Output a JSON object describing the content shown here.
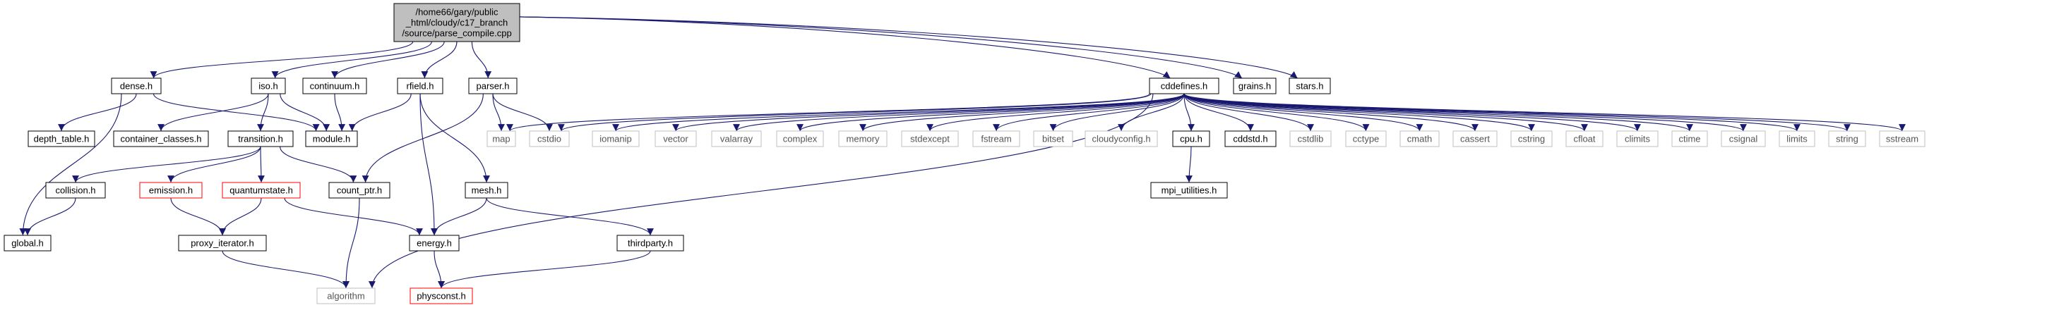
{
  "nodes": [
    {
      "id": "root",
      "lines": [
        "/home66/gary/public",
        "_html/cloudy/c17_branch",
        "/source/parse_compile.cpp"
      ],
      "style": "root"
    },
    {
      "id": "dense",
      "lines": [
        "dense.h"
      ],
      "style": "normal"
    },
    {
      "id": "iso",
      "lines": [
        "iso.h"
      ],
      "style": "normal"
    },
    {
      "id": "continuum",
      "lines": [
        "continuum.h"
      ],
      "style": "normal"
    },
    {
      "id": "rfield",
      "lines": [
        "rfield.h"
      ],
      "style": "normal"
    },
    {
      "id": "parser",
      "lines": [
        "parser.h"
      ],
      "style": "normal"
    },
    {
      "id": "cddefines",
      "lines": [
        "cddefines.h"
      ],
      "style": "normal"
    },
    {
      "id": "grains",
      "lines": [
        "grains.h"
      ],
      "style": "normal"
    },
    {
      "id": "stars",
      "lines": [
        "stars.h"
      ],
      "style": "normal"
    },
    {
      "id": "depth_table",
      "lines": [
        "depth_table.h"
      ],
      "style": "normal"
    },
    {
      "id": "container_classes",
      "lines": [
        "container_classes.h"
      ],
      "style": "normal"
    },
    {
      "id": "transition",
      "lines": [
        "transition.h"
      ],
      "style": "normal"
    },
    {
      "id": "module",
      "lines": [
        "module.h"
      ],
      "style": "normal"
    },
    {
      "id": "map",
      "lines": [
        "map"
      ],
      "style": "system"
    },
    {
      "id": "cstdio",
      "lines": [
        "cstdio"
      ],
      "style": "system"
    },
    {
      "id": "iomanip",
      "lines": [
        "iomanip"
      ],
      "style": "system"
    },
    {
      "id": "vector",
      "lines": [
        "vector"
      ],
      "style": "system"
    },
    {
      "id": "valarray",
      "lines": [
        "valarray"
      ],
      "style": "system"
    },
    {
      "id": "complex",
      "lines": [
        "complex"
      ],
      "style": "system"
    },
    {
      "id": "memory",
      "lines": [
        "memory"
      ],
      "style": "system"
    },
    {
      "id": "stdexcept",
      "lines": [
        "stdexcept"
      ],
      "style": "system"
    },
    {
      "id": "fstream",
      "lines": [
        "fstream"
      ],
      "style": "system"
    },
    {
      "id": "bitset",
      "lines": [
        "bitset"
      ],
      "style": "system"
    },
    {
      "id": "cloudyconfig",
      "lines": [
        "cloudyconfig.h"
      ],
      "style": "system"
    },
    {
      "id": "cpu",
      "lines": [
        "cpu.h"
      ],
      "style": "normal"
    },
    {
      "id": "cddstd",
      "lines": [
        "cddstd.h"
      ],
      "style": "normal"
    },
    {
      "id": "cstdlib",
      "lines": [
        "cstdlib"
      ],
      "style": "system"
    },
    {
      "id": "cctype",
      "lines": [
        "cctype"
      ],
      "style": "system"
    },
    {
      "id": "cmath",
      "lines": [
        "cmath"
      ],
      "style": "system"
    },
    {
      "id": "cassert",
      "lines": [
        "cassert"
      ],
      "style": "system"
    },
    {
      "id": "cstring",
      "lines": [
        "cstring"
      ],
      "style": "system"
    },
    {
      "id": "cfloat",
      "lines": [
        "cfloat"
      ],
      "style": "system"
    },
    {
      "id": "climits",
      "lines": [
        "climits"
      ],
      "style": "system"
    },
    {
      "id": "ctime",
      "lines": [
        "ctime"
      ],
      "style": "system"
    },
    {
      "id": "csignal",
      "lines": [
        "csignal"
      ],
      "style": "system"
    },
    {
      "id": "limits",
      "lines": [
        "limits"
      ],
      "style": "system"
    },
    {
      "id": "string",
      "lines": [
        "string"
      ],
      "style": "system"
    },
    {
      "id": "sstream",
      "lines": [
        "sstream"
      ],
      "style": "system"
    },
    {
      "id": "collision",
      "lines": [
        "collision.h"
      ],
      "style": "normal"
    },
    {
      "id": "emission",
      "lines": [
        "emission.h"
      ],
      "style": "truncated"
    },
    {
      "id": "quantumstate",
      "lines": [
        "quantumstate.h"
      ],
      "style": "truncated"
    },
    {
      "id": "count_ptr",
      "lines": [
        "count_ptr.h"
      ],
      "style": "normal"
    },
    {
      "id": "mesh",
      "lines": [
        "mesh.h"
      ],
      "style": "normal"
    },
    {
      "id": "mpi_utilities",
      "lines": [
        "mpi_utilities.h"
      ],
      "style": "normal"
    },
    {
      "id": "global",
      "lines": [
        "global.h"
      ],
      "style": "normal"
    },
    {
      "id": "proxy_iterator",
      "lines": [
        "proxy_iterator.h"
      ],
      "style": "normal"
    },
    {
      "id": "energy",
      "lines": [
        "energy.h"
      ],
      "style": "normal"
    },
    {
      "id": "thirdparty",
      "lines": [
        "thirdparty.h"
      ],
      "style": "normal"
    },
    {
      "id": "algorithm",
      "lines": [
        "algorithm"
      ],
      "style": "system"
    },
    {
      "id": "physconst",
      "lines": [
        "physconst.h"
      ],
      "style": "truncated"
    }
  ],
  "edges": [
    [
      "root",
      "dense"
    ],
    [
      "root",
      "iso"
    ],
    [
      "root",
      "continuum"
    ],
    [
      "root",
      "rfield"
    ],
    [
      "root",
      "parser"
    ],
    [
      "root",
      "cddefines"
    ],
    [
      "root",
      "grains"
    ],
    [
      "root",
      "stars"
    ],
    [
      "dense",
      "depth_table"
    ],
    [
      "dense",
      "module"
    ],
    [
      "dense",
      "global"
    ],
    [
      "iso",
      "container_classes"
    ],
    [
      "iso",
      "transition"
    ],
    [
      "iso",
      "module"
    ],
    [
      "continuum",
      "module"
    ],
    [
      "rfield",
      "module"
    ],
    [
      "rfield",
      "energy"
    ],
    [
      "rfield",
      "mesh"
    ],
    [
      "parser",
      "map"
    ],
    [
      "parser",
      "cstdio"
    ],
    [
      "parser",
      "count_ptr"
    ],
    [
      "transition",
      "collision"
    ],
    [
      "transition",
      "emission"
    ],
    [
      "transition",
      "quantumstate"
    ],
    [
      "transition",
      "count_ptr"
    ],
    [
      "collision",
      "global"
    ],
    [
      "emission",
      "proxy_iterator"
    ],
    [
      "quantumstate",
      "proxy_iterator"
    ],
    [
      "quantumstate",
      "energy"
    ],
    [
      "count_ptr",
      "algorithm"
    ],
    [
      "proxy_iterator",
      "algorithm"
    ],
    [
      "mesh",
      "energy"
    ],
    [
      "mesh",
      "thirdparty"
    ],
    [
      "energy",
      "physconst"
    ],
    [
      "thirdparty",
      "physconst"
    ],
    [
      "cpu",
      "mpi_utilities"
    ],
    [
      "cddefines",
      "map"
    ],
    [
      "cddefines",
      "cstdio"
    ],
    [
      "cddefines",
      "iomanip"
    ],
    [
      "cddefines",
      "vector"
    ],
    [
      "cddefines",
      "valarray"
    ],
    [
      "cddefines",
      "complex"
    ],
    [
      "cddefines",
      "memory"
    ],
    [
      "cddefines",
      "stdexcept"
    ],
    [
      "cddefines",
      "fstream"
    ],
    [
      "cddefines",
      "bitset"
    ],
    [
      "cddefines",
      "cloudyconfig"
    ],
    [
      "cddefines",
      "cpu"
    ],
    [
      "cddefines",
      "cddstd"
    ],
    [
      "cddefines",
      "cstdlib"
    ],
    [
      "cddefines",
      "cctype"
    ],
    [
      "cddefines",
      "cmath"
    ],
    [
      "cddefines",
      "cassert"
    ],
    [
      "cddefines",
      "cstring"
    ],
    [
      "cddefines",
      "cfloat"
    ],
    [
      "cddefines",
      "climits"
    ],
    [
      "cddefines",
      "ctime"
    ],
    [
      "cddefines",
      "csignal"
    ],
    [
      "cddefines",
      "limits"
    ],
    [
      "cddefines",
      "string"
    ],
    [
      "cddefines",
      "sstream"
    ],
    [
      "cddefines",
      "algorithm"
    ]
  ],
  "colors": {
    "edge": "#191970",
    "normal_border": "#000000",
    "system_border": "#bfbfbf",
    "system_text": "#555555",
    "truncated_border": "#ff0000",
    "root_fill": "#bfbfbf",
    "fill": "#ffffff",
    "text": "#000000"
  }
}
